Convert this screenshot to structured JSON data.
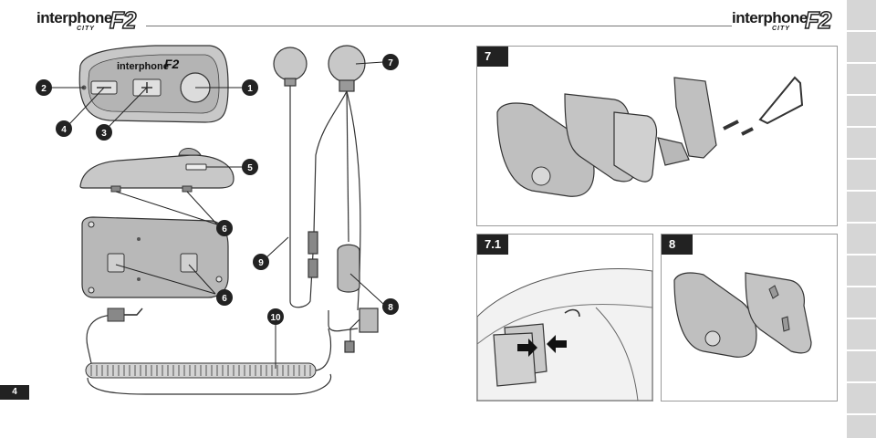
{
  "brand": {
    "word": "interphone",
    "city": "CITY",
    "model": "F2"
  },
  "page_number": "4",
  "callouts": [
    "1",
    "2",
    "3",
    "4",
    "5",
    "6",
    "6",
    "7",
    "8",
    "9",
    "10"
  ],
  "panels": [
    {
      "label": "7"
    },
    {
      "label": "7.1"
    },
    {
      "label": "8"
    }
  ],
  "colors": {
    "device_fill": "#c8c8c8",
    "device_dark": "#8e8e8e",
    "label_bg": "#222222",
    "tab_bg": "#d6d6d6"
  }
}
